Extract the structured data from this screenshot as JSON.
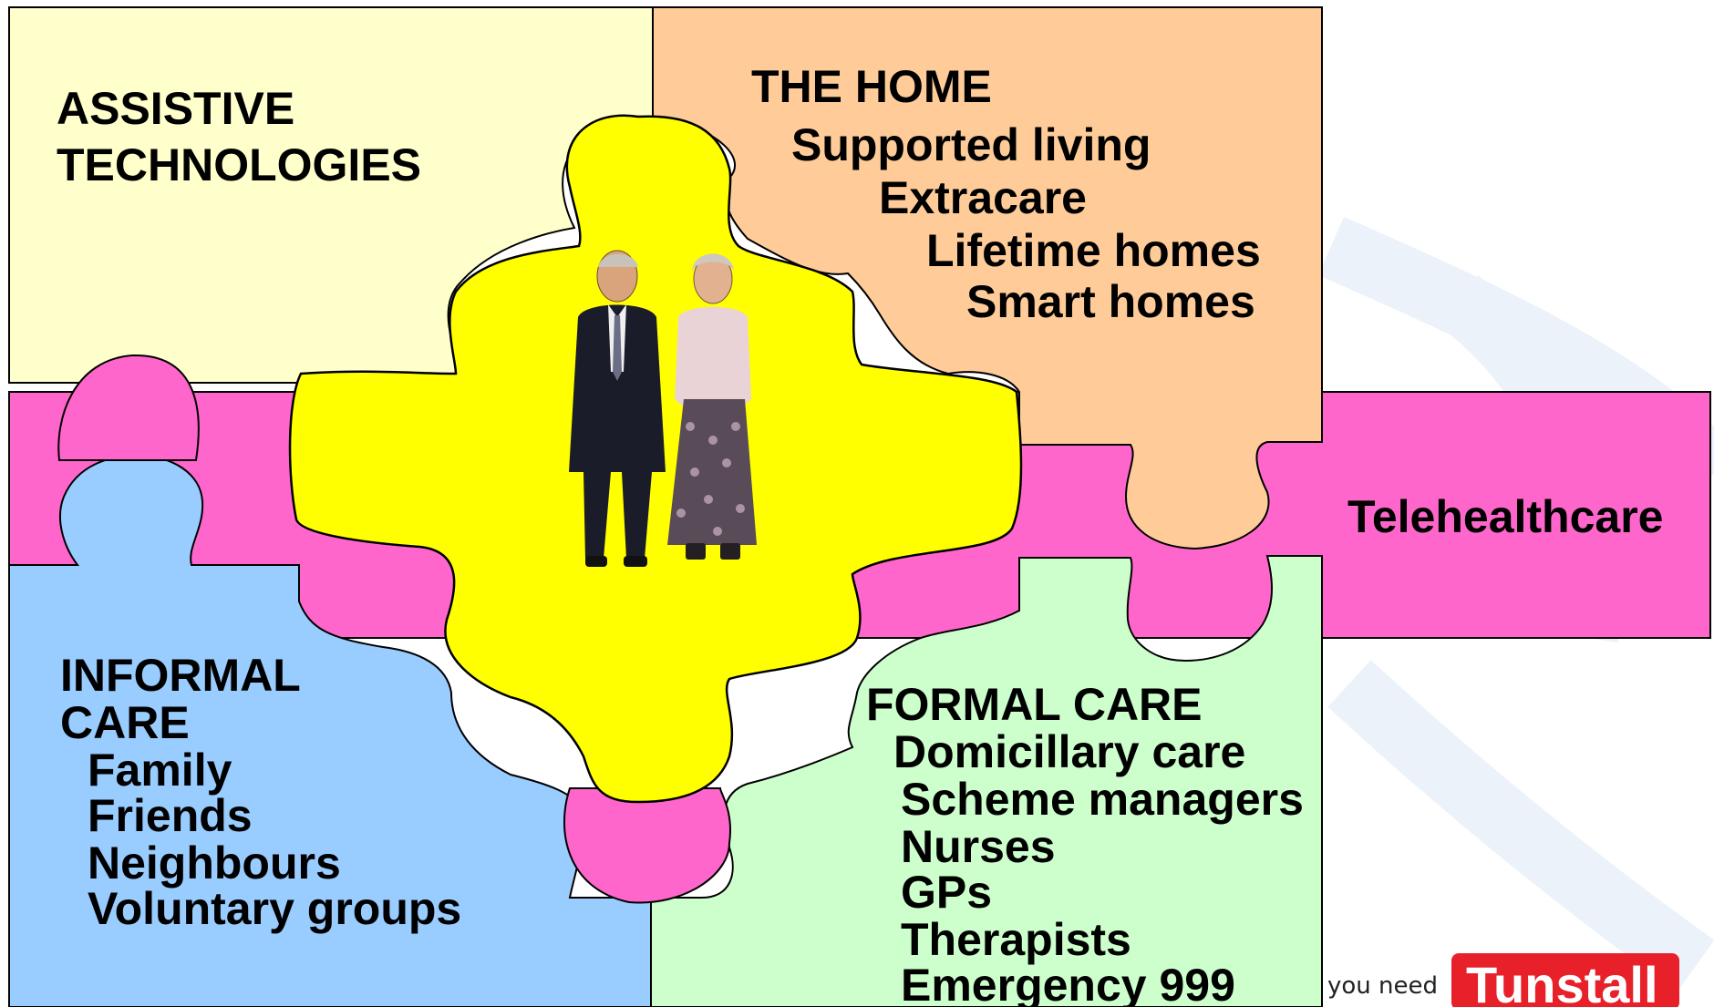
{
  "colors": {
    "assistive": "#ffffcc",
    "home": "#ffcc99",
    "informal": "#99ccff",
    "formal": "#ccffcc",
    "telehealth": "#ff66cc",
    "center": "#ffff00",
    "logo": "#e8202a"
  },
  "assistive": {
    "lines": [
      "ASSISTIVE",
      "TECHNOLOGIES"
    ]
  },
  "home": {
    "title": "THE HOME",
    "items": [
      "Supported living",
      "Extracare",
      "Lifetime homes",
      "Smart homes"
    ]
  },
  "informal": {
    "lines": [
      "INFORMAL",
      "CARE"
    ],
    "items": [
      "Family",
      "Friends",
      "Neighbours",
      "Voluntary groups"
    ]
  },
  "formal": {
    "title": "FORMAL CARE",
    "items": [
      "Domicillary care",
      "Scheme managers",
      "Nurses",
      "GPs",
      "Therapists",
      "Emergency 999"
    ]
  },
  "telehealth": {
    "label": "Telehealthcare"
  },
  "center": {
    "image": "elderly-couple-photo"
  },
  "footer": {
    "tagline": "you need",
    "logo": "Tunstall"
  }
}
